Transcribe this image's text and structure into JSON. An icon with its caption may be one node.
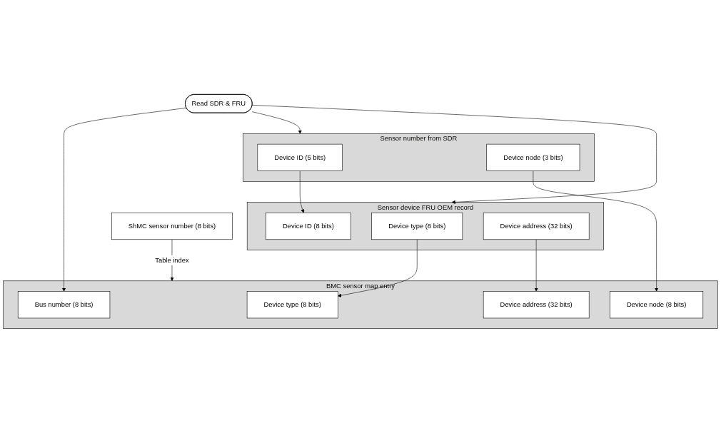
{
  "diagram": {
    "nodes": [
      {
        "text": [
          "Read SDR & FRU"
        ]
      },
      {
        "text": [
          "Sensor number from SDR"
        ]
      },
      {
        "text": [
          "Device ID (5 bits)"
        ],
        "in": 1
      },
      {
        "text": [
          "Device node (3 bits)"
        ],
        "in": 1
      },
      {
        "text": [
          "Sensor device FRU OEM record"
        ]
      },
      {
        "text": [
          "Device ID (8 bits)"
        ],
        "in": 4
      },
      {
        "text": [
          "Device type (8 bits)"
        ],
        "in": 4
      },
      {
        "text": [
          "Device address (32 bits)"
        ],
        "in": 4
      },
      {
        "text": [
          "ShMC sensor number (8 bits)"
        ]
      },
      {
        "text": [
          "BMC sensor map entry"
        ]
      },
      {
        "text": [
          "Device type (8 bits)"
        ],
        "in": 9
      },
      {
        "text": [
          "Device address (32 bits)"
        ],
        "in": 9
      },
      {
        "text": [
          "Bus number (8 bits)"
        ],
        "in": 9
      },
      {
        "text": [
          "Device node (8 bits)"
        ],
        "in": 9
      }
    ],
    "edges": [
      {
        "from": 0,
        "to": 1,
        "arrow": "to"
      },
      {
        "from": 0,
        "to": 4,
        "arrow": "to"
      },
      {
        "from": 0,
        "to": 12,
        "arrow": "to"
      },
      {
        "from": 2,
        "to": 5,
        "arrow": "to"
      },
      {
        "from": 3,
        "to": 13,
        "arrow": "to"
      },
      {
        "from": 6,
        "to": 10,
        "arrow": "to"
      },
      {
        "from": 7,
        "to": 11,
        "arrow": "to"
      },
      {
        "from": 8,
        "to": 9,
        "arrow": "to",
        "label": "Table index"
      }
    ]
  }
}
